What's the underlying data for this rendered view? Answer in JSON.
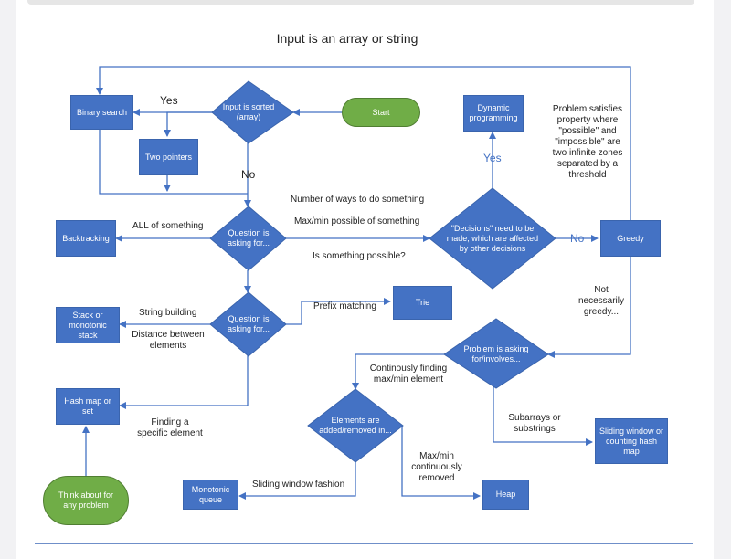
{
  "title": "Input is an array or string",
  "nodes": {
    "start": "Start",
    "input_sorted": "Input is sorted (array)",
    "binary_search": "Binary search",
    "two_pointers": "Two pointers",
    "question1": "Question is asking for...",
    "backtracking": "Backtracking",
    "question2": "Question is asking for...",
    "stack": "Stack or monotonic stack",
    "hash_map": "Hash map or set",
    "think": "Think about for any problem",
    "trie": "Trie",
    "decisions": "\"Decisions\" need to be made, which are affected by other decisions",
    "dynamic_programming": "Dynamic programming",
    "greedy": "Greedy",
    "problem_asking": "Problem is asking for/involves...",
    "elements_added": "Elements are added/removed in...",
    "sliding_window": "Sliding window or counting hash map",
    "monotonic_queue": "Monotonic queue",
    "heap": "Heap"
  },
  "labels": {
    "yes_left": "Yes",
    "no_down": "No",
    "all_of_something": "ALL of something",
    "number_of_ways": "Number of ways to do something",
    "maxmin_possible": "Max/min possible of something",
    "is_possible": "Is something possible?",
    "string_building": "String building",
    "distance_between": "Distance between elements",
    "prefix_matching": "Prefix matching",
    "finding_specific": "Finding a specific element",
    "yes_up": "Yes",
    "no_right": "No",
    "problem_satisfies": "Problem satisfies property where \"possible\" and \"impossible\" are two infinite zones separated by a threshold",
    "not_necessarily": "Not necessarily greedy...",
    "continuously_finding": "Continously finding max/min element",
    "subarrays": "Subarrays or substrings",
    "sliding_fashion": "Sliding window fashion",
    "maxmin_continuously": "Max/min continuously removed"
  },
  "colors": {
    "box": "#4472c4",
    "terminal": "#70ad47",
    "connector": "#4472c4",
    "text": "#222222"
  }
}
